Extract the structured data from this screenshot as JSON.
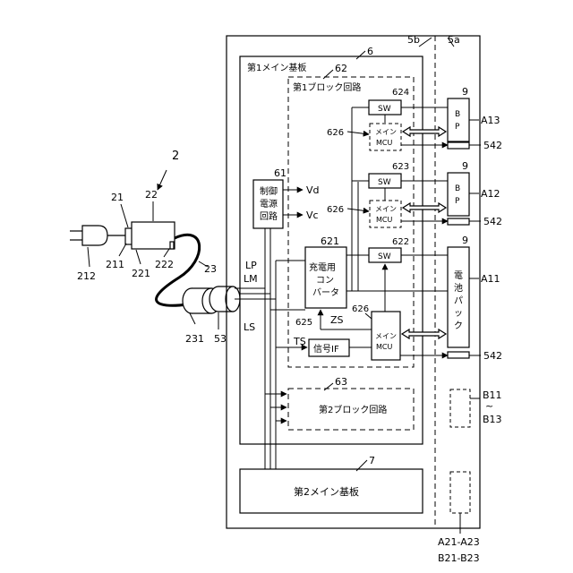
{
  "labels": {
    "fig": "2",
    "n21": "21",
    "n22": "22",
    "n23": "23",
    "n211": "211",
    "n212": "212",
    "n221": "221",
    "n222": "222",
    "n231": "231",
    "n53": "53",
    "n5a": "5a",
    "n5b": "5b",
    "n6": "6",
    "n7": "7",
    "n9_1": "9",
    "n9_2": "9",
    "n9_3": "9",
    "n61": "61",
    "n62": "62",
    "n63": "63",
    "n621": "621",
    "n622": "622",
    "n623": "623",
    "n624": "624",
    "n625": "625",
    "n626_1": "626",
    "n626_2": "626",
    "n626_3": "626",
    "n542_1": "542",
    "n542_2": "542",
    "n542_3": "542",
    "a13": "A13",
    "a12": "A12",
    "a11": "A11",
    "b11": "B11",
    "b13": "B13",
    "tilde": "~",
    "a21_a23": "A21-A23",
    "b21_b23": "B21-B23",
    "lp": "LP",
    "lm": "LM",
    "ls": "LS",
    "ts": "TS",
    "zs": "ZS",
    "vd": "Vd",
    "vc": "Vc"
  },
  "boards": {
    "main1": "第1メイン基板",
    "main2": "第2メイン基板",
    "block1": "第1ブロック回路",
    "block2": "第2ブロック回路"
  },
  "blocks": {
    "ctrl_power": [
      "制御",
      "電源",
      "回路"
    ],
    "charger": [
      "充電用",
      "コン",
      "バータ"
    ],
    "sw": "SW",
    "bp_b": "B",
    "bp_p": "P",
    "mcu_main": "メイン",
    "mcu": "MCU",
    "signal_if": "信号IF",
    "battery_pack": [
      "電",
      "池",
      "パ",
      "ッ",
      "ク"
    ]
  }
}
